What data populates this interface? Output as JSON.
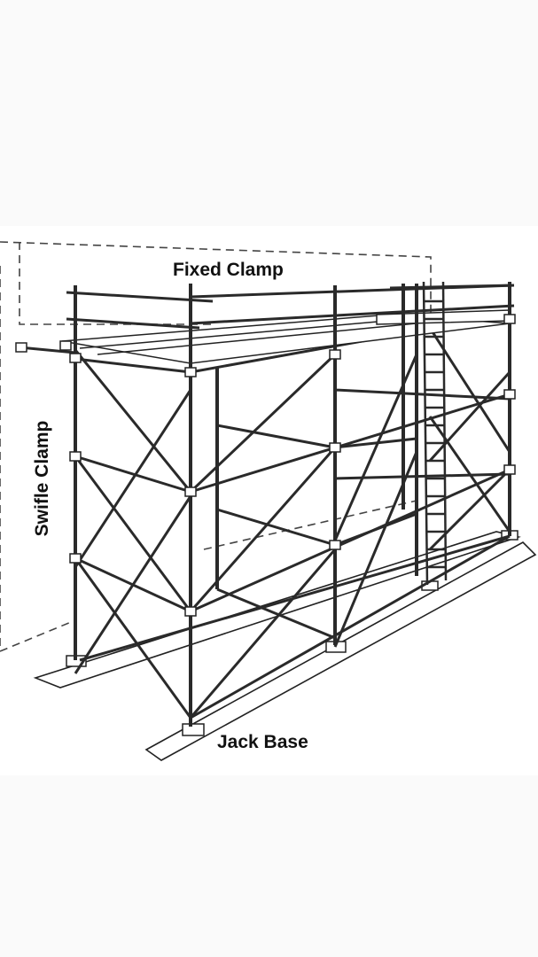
{
  "labels": {
    "fixed_clamp": "Fixed Clamp",
    "swifle_clamp": "Swifle Clamp",
    "jack_base": "Jack Base"
  },
  "colors": {
    "line": "#2a2a2a",
    "background": "#ffffff",
    "page": "#fafafa"
  }
}
